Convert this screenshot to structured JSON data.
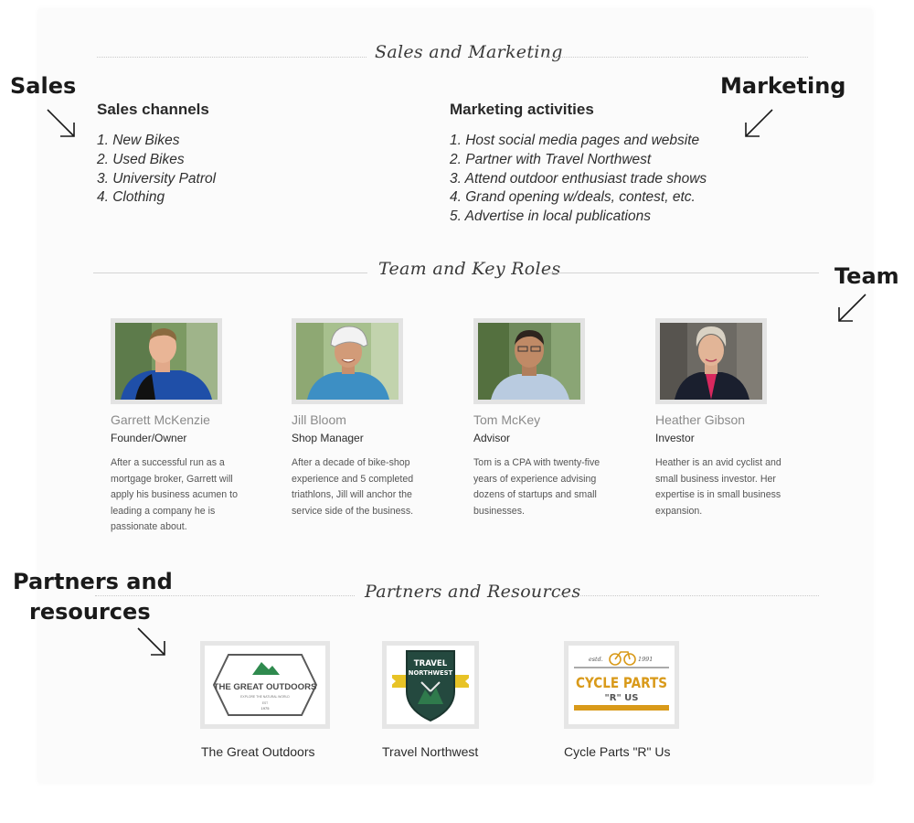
{
  "sections": {
    "sales_marketing_title": "Sales and Marketing",
    "team_title": "Team and Key Roles",
    "partners_title": "Partners and Resources"
  },
  "callouts": {
    "sales": "Sales",
    "marketing": "Marketing",
    "team": "Team",
    "partners_line1": "Partners and",
    "partners_line2": "resources"
  },
  "sales": {
    "heading": "Sales channels",
    "items": [
      "1. New Bikes",
      "2. Used Bikes",
      "3. University Patrol",
      "4. Clothing"
    ]
  },
  "marketing": {
    "heading": "Marketing activities",
    "items": [
      "1. Host social media pages and website",
      "2. Partner with Travel Northwest",
      "3. Attend outdoor enthusiast trade shows",
      "4. Grand opening w/deals, contest, etc.",
      "5. Advertise in local publications"
    ]
  },
  "team": [
    {
      "name": "Garrett McKenzie",
      "role": "Founder/Owner",
      "bio": "After a successful run as a mortgage broker, Garrett will apply his business acumen to leading a company he is passionate about."
    },
    {
      "name": "Jill Bloom",
      "role": "Shop Manager",
      "bio": "After a decade of bike-shop experience and 5 completed triathlons, Jill will anchor the service side of the business."
    },
    {
      "name": "Tom McKey",
      "role": "Advisor",
      "bio": "Tom is a CPA with twenty-five years of experience advising dozens of startups and small businesses."
    },
    {
      "name": "Heather Gibson",
      "role": "Investor",
      "bio": "Heather is an avid cyclist and small business investor. Her expertise is in small business expansion."
    }
  ],
  "partners": [
    {
      "name": "The Great Outdoors",
      "logo_text": "THE GREAT OUTDOORS",
      "logo_subtext": "EXPLORE THE NATURAL WORLD",
      "logo_est": "EST",
      "logo_year": "1975"
    },
    {
      "name": "Travel Northwest",
      "logo_line1": "TRAVEL",
      "logo_line2": "NORTHWEST"
    },
    {
      "name": "Cycle Parts \"R\" Us",
      "logo_estd": "estd.",
      "logo_year": "1991",
      "logo_line1": "CYCLE PARTS",
      "logo_line2": "\"R\" US"
    }
  ],
  "colors": {
    "logo_green": "#2f8a4e",
    "logo_teal": "#24493f",
    "logo_yellow": "#e8c326",
    "logo_gold": "#d99a1a"
  }
}
